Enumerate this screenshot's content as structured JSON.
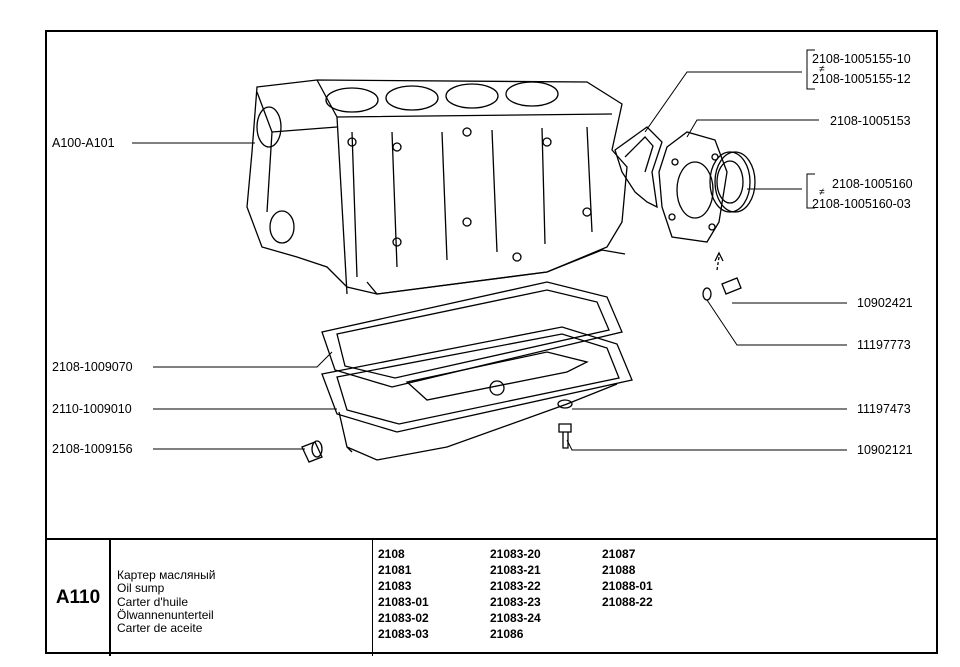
{
  "callouts": {
    "block": "A100-A101",
    "gasket_sump": "2108-1009070",
    "sump": "2110-1009010",
    "drain_plug": "2108-1009156",
    "cover_a": "2108-1005155-10",
    "cover_b": "2108-1005155-12",
    "seal_holder": "2108-1005153",
    "seal_a": "2108-1005160",
    "seal_b": "2108-1005160-03",
    "bolt": "10902421",
    "washer": "11197773",
    "plug_washer": "11197473",
    "plug": "10902121"
  },
  "footer": {
    "code": "A110",
    "titles": [
      "Картер масляный",
      "Oil sump",
      "Carter d'huile",
      "Ölwannenunterteil",
      "Carter de aceite"
    ],
    "models": [
      [
        "2108",
        "21081",
        "21083",
        "21083-01",
        "21083-02",
        "21083-03"
      ],
      [
        "21083-20",
        "21083-21",
        "21083-22",
        "21083-23",
        "21083-24",
        "21086"
      ],
      [
        "21087",
        "21088",
        "21088-01",
        "21088-22"
      ]
    ]
  }
}
